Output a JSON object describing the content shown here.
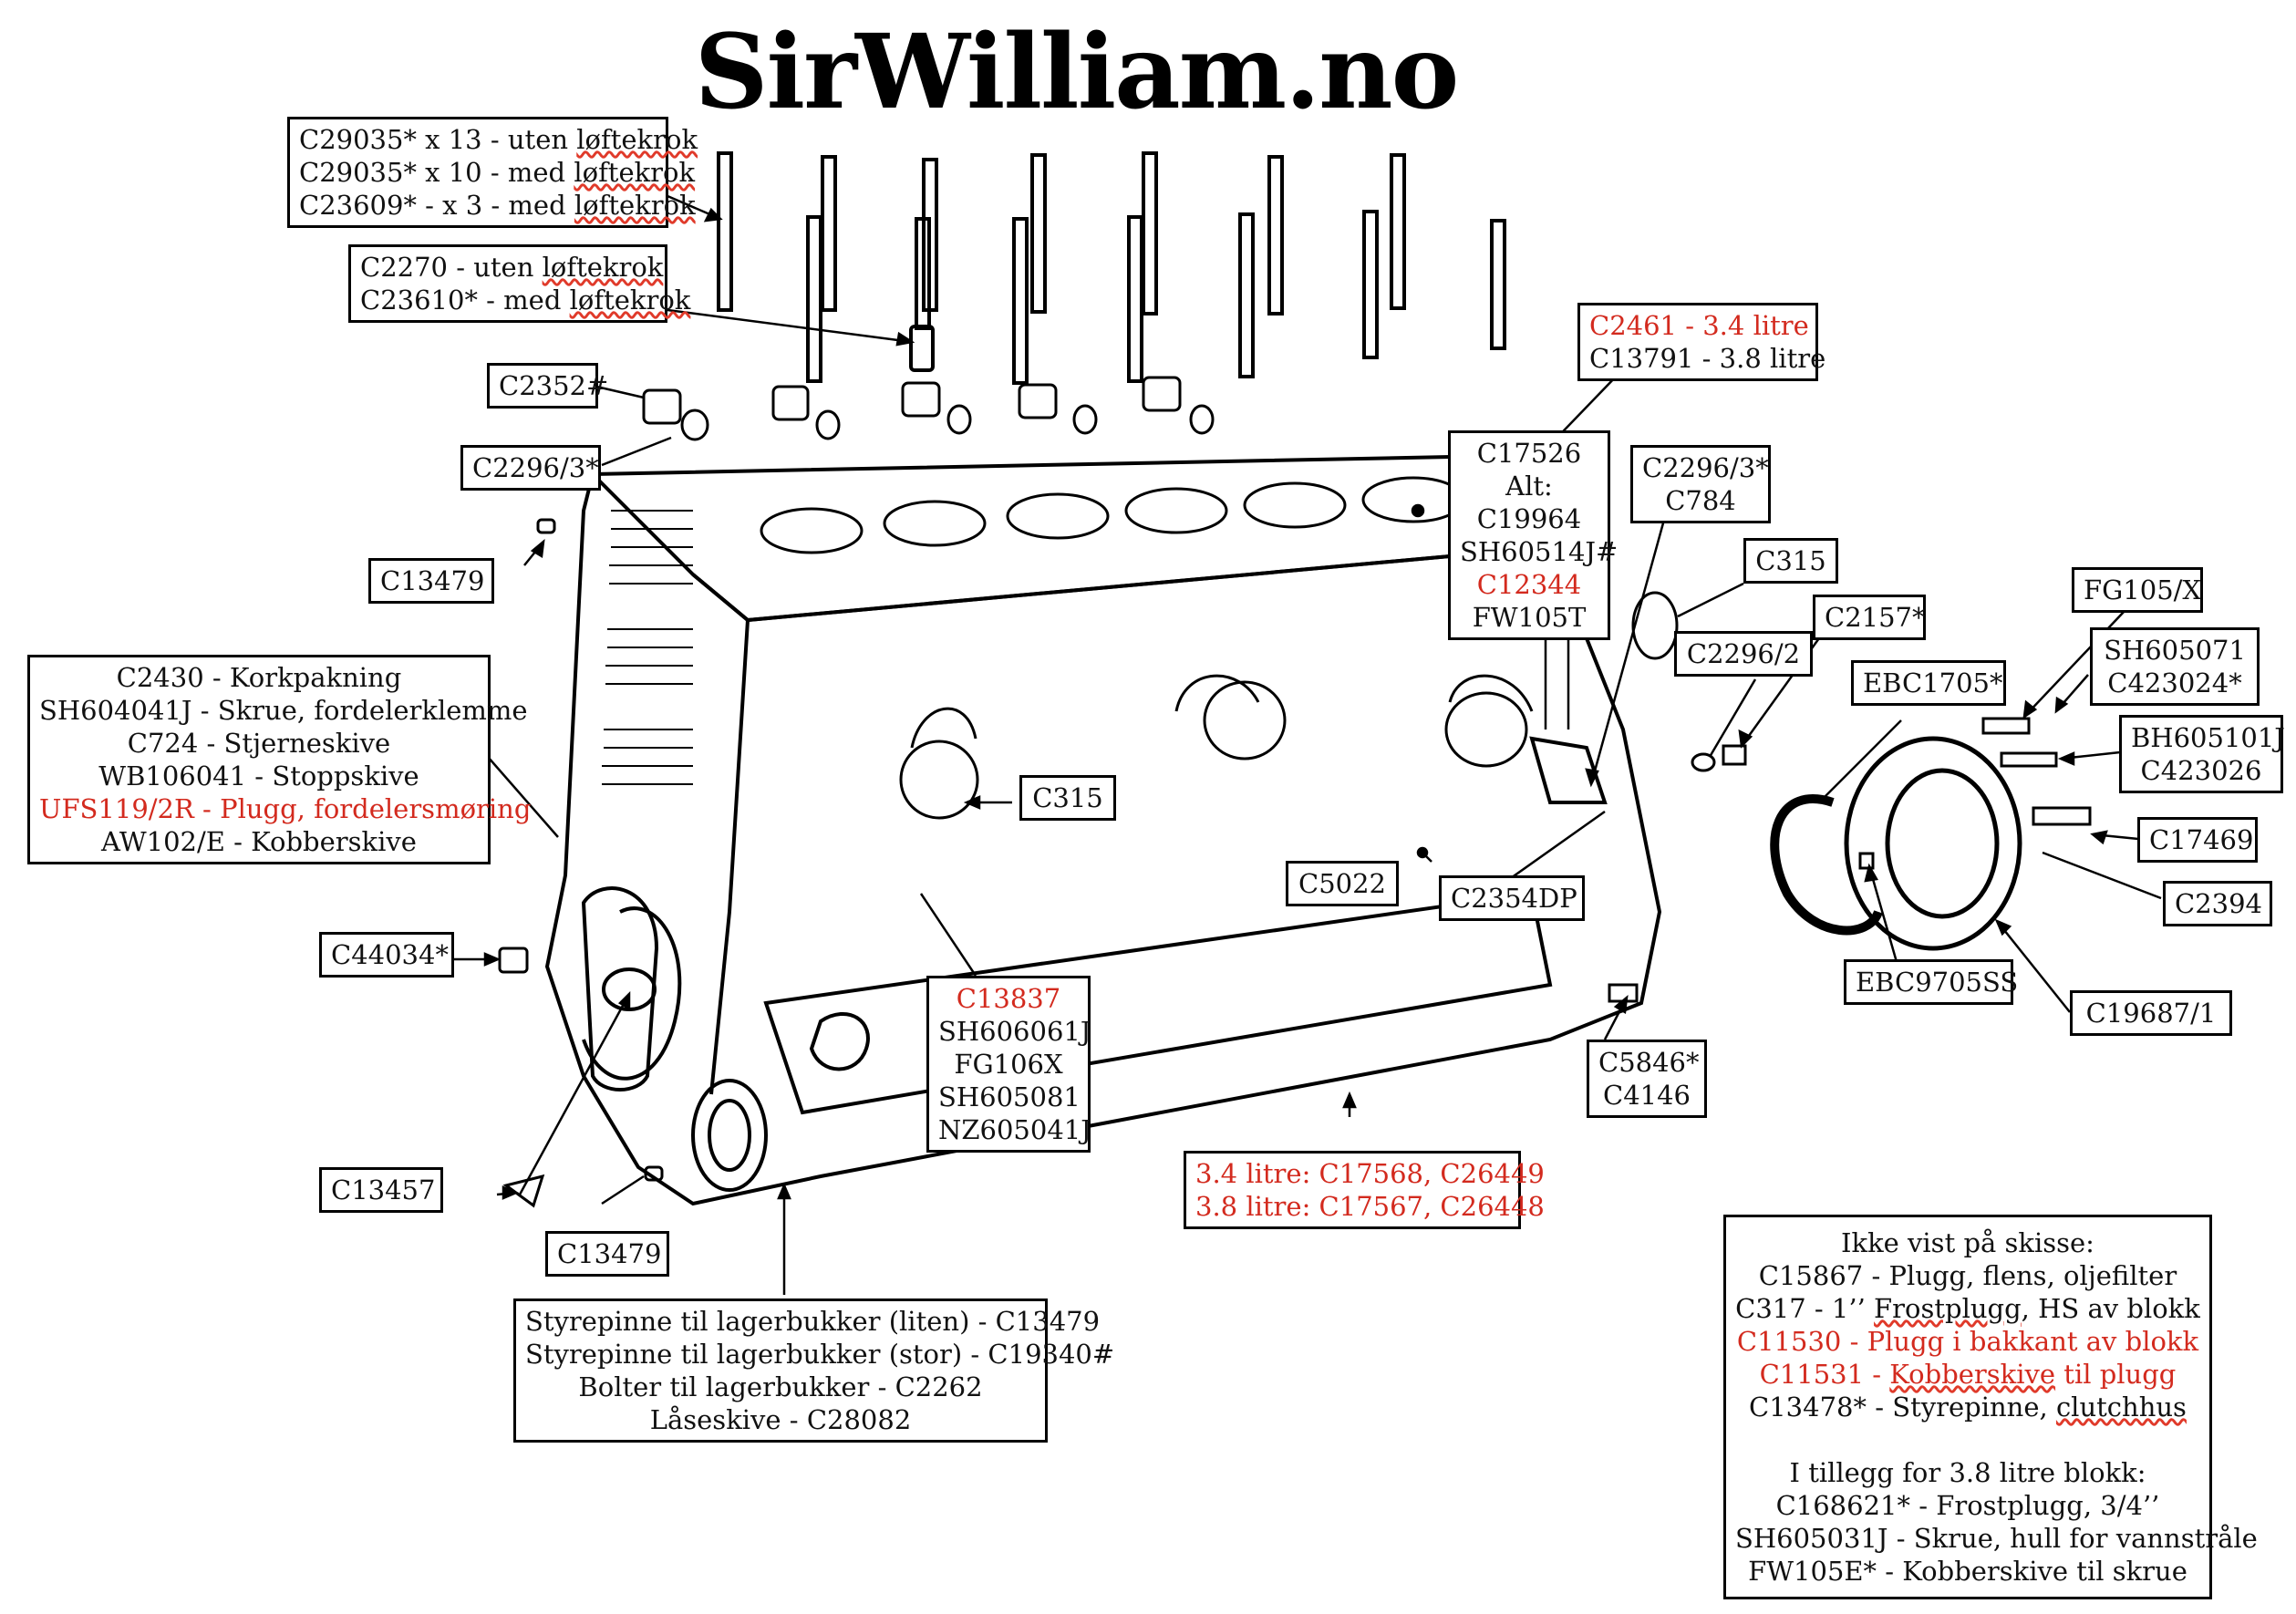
{
  "site_title": "SirWilliam.no",
  "callouts": {
    "studs": {
      "lines": [
        {
          "text": "C29035* x 13 - uten ",
          "sq": "løftekrok"
        },
        {
          "text": "C29035* x 10 - med ",
          "sq": "løftekrok"
        },
        {
          "text": "C23609* - x 3 - med ",
          "sq": "løftekrok"
        }
      ]
    },
    "stud_lift": {
      "lines": [
        {
          "text": "C2270 - uten ",
          "sq": "løftekrok"
        },
        {
          "text": "C23610* - med ",
          "sq": "løftekrok"
        }
      ]
    },
    "c2352": {
      "lines": [
        {
          "text": "C2352#"
        }
      ]
    },
    "c2296_3_left": {
      "lines": [
        {
          "text": "C2296/3*"
        }
      ]
    },
    "c13479_top": {
      "lines": [
        {
          "text": "C13479"
        }
      ]
    },
    "distributor": {
      "lines": [
        {
          "text": "C2430 - Korkpakning"
        },
        {
          "text": "SH604041J - Skrue, fordelerklemme"
        },
        {
          "text": "C724 - Stjerneskive"
        },
        {
          "text": "WB106041 - Stoppskive"
        },
        {
          "text": "UFS119/2R - Plugg, fordelersmøring",
          "red": true
        },
        {
          "text": "AW102/E - Kobberskive"
        }
      ]
    },
    "c44034": {
      "lines": [
        {
          "text": "C44034*"
        }
      ]
    },
    "c13457": {
      "lines": [
        {
          "text": "C13457"
        }
      ]
    },
    "c13479_bottom": {
      "lines": [
        {
          "text": "C13479"
        }
      ]
    },
    "bearing": {
      "lines": [
        {
          "text": "Styrepinne til lagerbukker (liten) - C13479"
        },
        {
          "text": "Styrepinne til lagerbukker (stor) - C19340#"
        },
        {
          "text": "Bolter til lagerbukker - C2262"
        },
        {
          "text": "Låseskive - C28082"
        }
      ]
    },
    "c315_mid": {
      "lines": [
        {
          "text": "C315"
        }
      ]
    },
    "c13837": {
      "lines": [
        {
          "text": "C13837",
          "red": true
        },
        {
          "text": "SH606061J"
        },
        {
          "text": "FG106X"
        },
        {
          "text": "SH605081"
        },
        {
          "text": "NZ605041J"
        }
      ]
    },
    "block": {
      "lines": [
        {
          "text": "3.4 litre: C17568, C26449",
          "red": true
        },
        {
          "text": "3.8 litre: C17567, C26448",
          "red": true
        }
      ]
    },
    "c5022": {
      "lines": [
        {
          "text": "C5022"
        }
      ]
    },
    "c2354dp": {
      "lines": [
        {
          "text": "C2354DP"
        }
      ]
    },
    "c5846": {
      "lines": [
        {
          "text": "C5846*"
        },
        {
          "text": "C4146"
        }
      ]
    },
    "c17526": {
      "lines": [
        {
          "text": "C17526"
        },
        {
          "text": "Alt:"
        },
        {
          "text": "C19964"
        },
        {
          "text": "SH60514J#"
        },
        {
          "text": "C12344",
          "red": true
        },
        {
          "text": "FW105T"
        }
      ]
    },
    "c2461": {
      "lines": [
        {
          "text": "C2461 - 3.4 litre",
          "red": true
        },
        {
          "text": "C13791 - 3.8 litre"
        }
      ]
    },
    "c2296_3_right": {
      "lines": [
        {
          "text": "C2296/3*"
        },
        {
          "text": "C784"
        }
      ]
    },
    "c315_right": {
      "lines": [
        {
          "text": "C315"
        }
      ]
    },
    "c2157": {
      "lines": [
        {
          "text": "C2157*"
        }
      ]
    },
    "c2296_2": {
      "lines": [
        {
          "text": "C2296/2"
        }
      ]
    },
    "ebc1705": {
      "lines": [
        {
          "text": "EBC1705*"
        }
      ]
    },
    "fg105x": {
      "lines": [
        {
          "text": "FG105/X"
        }
      ]
    },
    "sh605071": {
      "lines": [
        {
          "text": "SH605071"
        },
        {
          "text": "C423024*"
        }
      ]
    },
    "bh605101j": {
      "lines": [
        {
          "text": "BH605101J"
        },
        {
          "text": "C423026"
        }
      ]
    },
    "c17469": {
      "lines": [
        {
          "text": "C17469"
        }
      ]
    },
    "c2394": {
      "lines": [
        {
          "text": "C2394"
        }
      ]
    },
    "ebc9705ss": {
      "lines": [
        {
          "text": "EBC9705SS"
        }
      ]
    },
    "c19687": {
      "lines": [
        {
          "text": "C19687/1"
        }
      ]
    },
    "notes": {
      "lines": [
        {
          "text": "Ikke vist på skisse:"
        },
        {
          "text": "C15867 - Plugg, flens, oljefilter"
        },
        {
          "text": "C317 - 1’’ ",
          "sq": "Frostplugg",
          "tail": ", HS av blokk"
        },
        {
          "text": "C11530 - Plugg i bakkant av blokk",
          "red": true
        },
        {
          "text": "C11531 - ",
          "sq": "Kobberskive",
          "tail": " til plugg",
          "red": true
        },
        {
          "text": "C13478* - Styrepinne, ",
          "sq": "clutchhus"
        },
        {
          "text": ""
        },
        {
          "text": "I tillegg for 3.8 litre blokk:"
        },
        {
          "text": "C168621* - Frostplugg, 3/4’’"
        },
        {
          "text": "SH605031J - Skrue, hull for vannstråle"
        },
        {
          "text": "FW105E* - Kobberskive til skrue"
        }
      ]
    }
  }
}
